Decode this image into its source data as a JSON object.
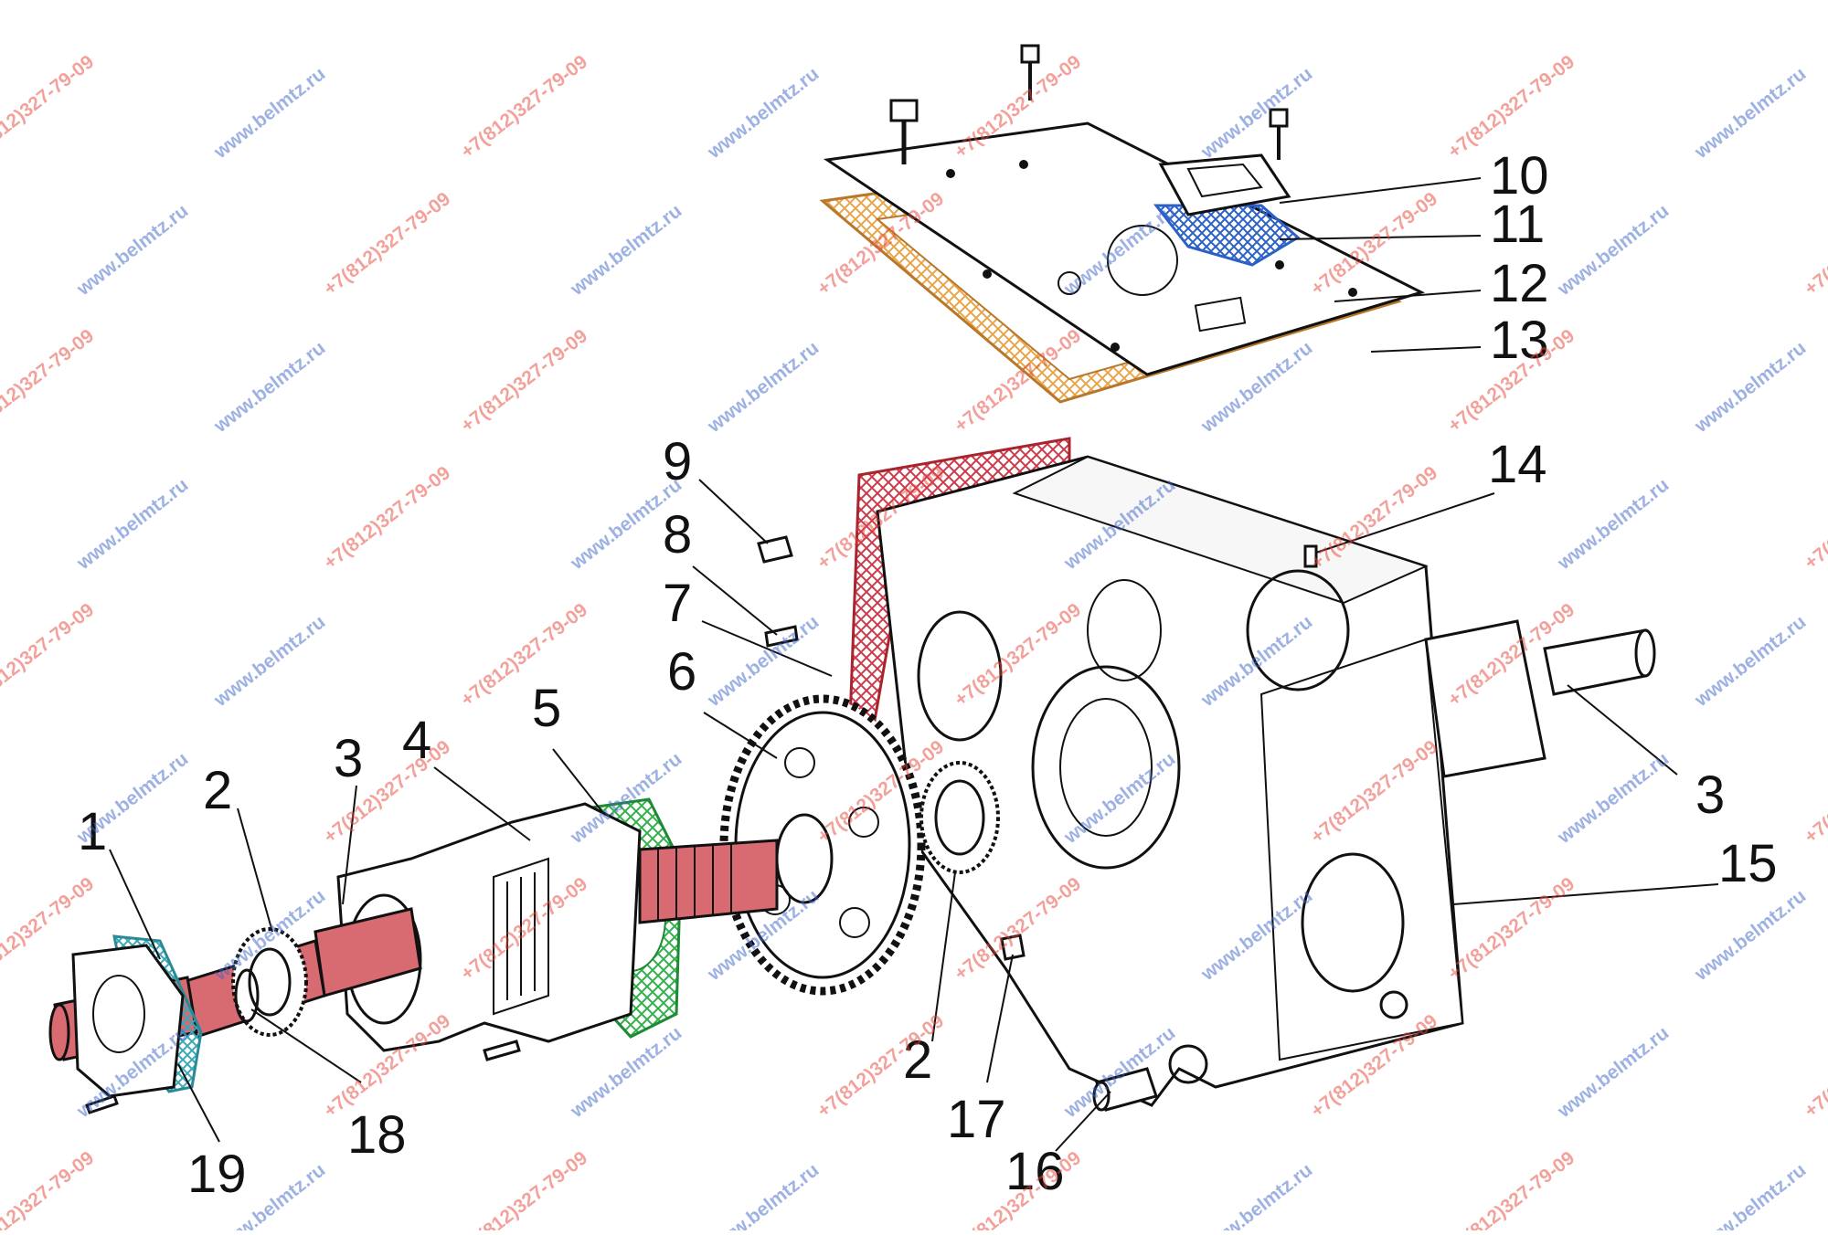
{
  "diagram": {
    "callouts": [
      "1",
      "2",
      "3",
      "4",
      "5",
      "6",
      "7",
      "8",
      "9",
      "10",
      "11",
      "12",
      "13",
      "14",
      "3",
      "15",
      "2",
      "16",
      "17",
      "18",
      "19"
    ]
  },
  "watermarks": {
    "site": "www.belmtz.ru",
    "phone": "+7(812)327-79-09",
    "phone_color": "#e8463a",
    "site_color": "#3d66c8"
  },
  "colors": {
    "cover_gasket": "#e8a54a",
    "seal_gasket": "#2a60c8",
    "housing_gasket": "#cc3a4a",
    "flange_gasket": "#32b04a",
    "small_gasket": "#3aa8b8",
    "shaft": "#d86a72"
  }
}
